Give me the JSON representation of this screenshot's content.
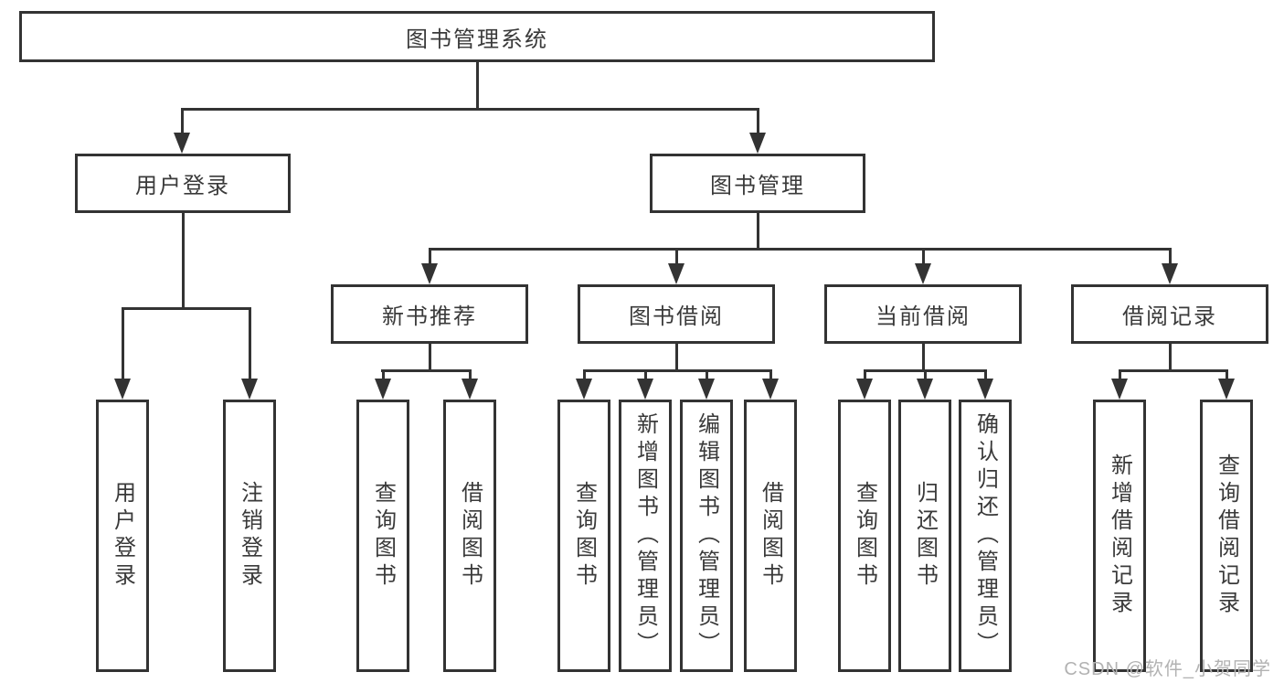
{
  "root": {
    "label": "图书管理系统"
  },
  "level2": [
    {
      "label": "用户登录"
    },
    {
      "label": "图书管理"
    }
  ],
  "level3": [
    {
      "label": "新书推荐"
    },
    {
      "label": "图书借阅"
    },
    {
      "label": "当前借阅"
    },
    {
      "label": "借阅记录"
    }
  ],
  "leaves": {
    "user_login": [
      "用户登录",
      "注销登录"
    ],
    "new_book": [
      "查询图书",
      "借阅图书"
    ],
    "book_borrow": [
      "查询图书",
      "新增图书（管理员）",
      "编辑图书（管理员）",
      "借阅图书"
    ],
    "current_borrow": [
      "查询图书",
      "归还图书",
      "确认归还（管理员）"
    ],
    "borrow_record": [
      "新增借阅记录",
      "查询借阅记录"
    ]
  },
  "watermark": "CSDN @软件_小贺同学",
  "colors": {
    "line": "#333333",
    "text": "#3a3a3a",
    "watermark": "#b2b2b2",
    "background": "#ffffff"
  }
}
